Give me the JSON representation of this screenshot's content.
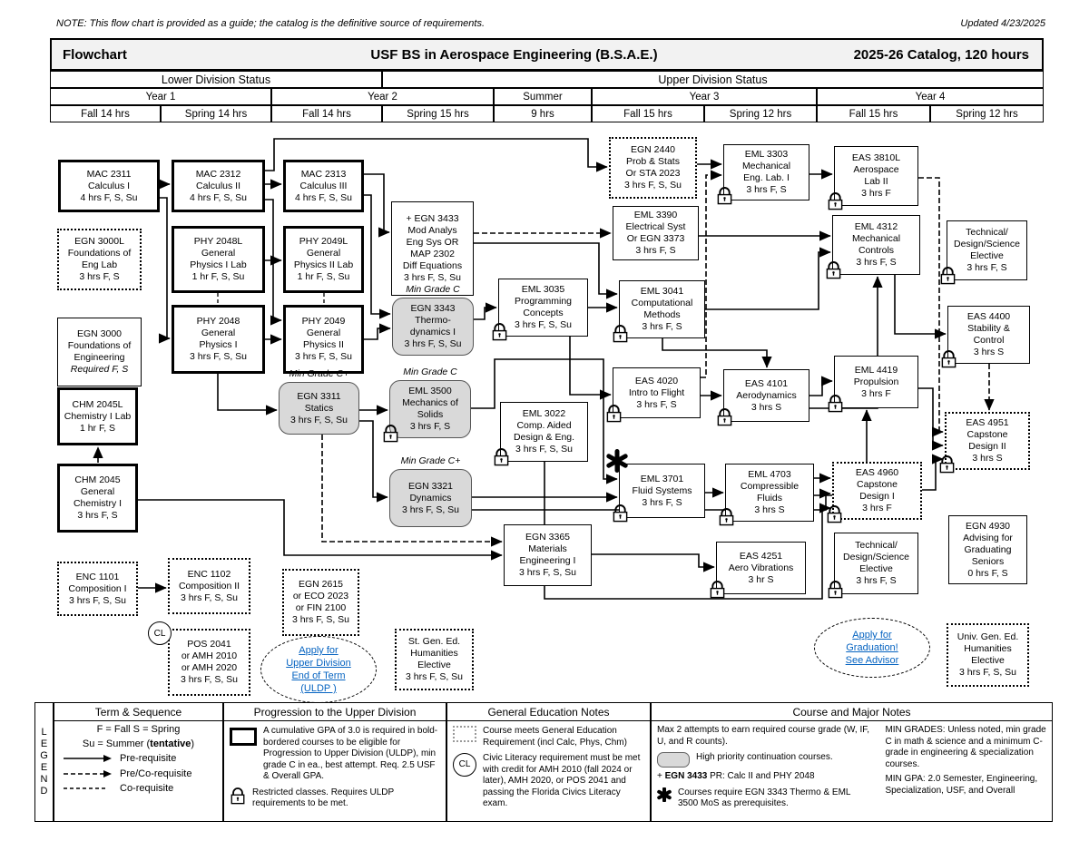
{
  "note": "NOTE: This flow chart is provided as a guide; the catalog is the definitive source of requirements.",
  "updated": "Updated 4/23/2025",
  "title": {
    "left": "Flowchart",
    "center": "USF BS in Aerospace Engineering (B.S.A.E.)",
    "right": "2025-26 Catalog, 120 hours"
  },
  "divisions": [
    "Lower Division Status",
    "Upper Division Status"
  ],
  "years": [
    "Year 1",
    "Year 2",
    "Summer",
    "Year 3",
    "Year 4"
  ],
  "terms": [
    "Fall 14 hrs",
    "Spring 14 hrs",
    "Fall 14 hrs",
    "Spring 15 hrs",
    "9 hrs",
    "Fall 15 hrs",
    "Spring 12 hrs",
    "Fall 15 hrs",
    "Spring 12 hrs"
  ],
  "colors": {
    "link": "#0563C1",
    "gray_fill": "#d9d9d9"
  },
  "courses": [
    {
      "id": "mac2311",
      "style": "bold",
      "lines": [
        "MAC 2311",
        "Calculus I",
        "4 hrs  F, S, Su"
      ]
    },
    {
      "id": "mac2312",
      "style": "bold",
      "lines": [
        "MAC 2312",
        "Calculus II",
        "4 hrs  F, S, Su"
      ]
    },
    {
      "id": "mac2313",
      "style": "bold",
      "lines": [
        "MAC 2313",
        "Calculus III",
        "4 hrs  F, S, Su"
      ]
    },
    {
      "id": "egn3000l",
      "style": "dotted",
      "lines": [
        "EGN 3000L",
        "Foundations of",
        "Eng Lab",
        "3 hrs  F, S"
      ]
    },
    {
      "id": "phy2048l",
      "style": "bold",
      "lines": [
        "PHY 2048L",
        "General",
        "Physics I Lab",
        "1 hr  F, S, Su"
      ]
    },
    {
      "id": "phy2049l",
      "style": "bold",
      "lines": [
        "PHY 2049L",
        "General",
        "Physics II Lab",
        "1 hr  F, S, Su"
      ]
    },
    {
      "id": "egn3000",
      "style": "thin",
      "italic_last": true,
      "lines": [
        "EGN 3000",
        "Foundations of",
        "Engineering",
        "Required  F, S"
      ]
    },
    {
      "id": "phy2048",
      "style": "bold",
      "lines": [
        "PHY 2048",
        "General",
        "Physics I",
        "3 hrs  F, S, Su"
      ]
    },
    {
      "id": "phy2049",
      "style": "bold",
      "lines": [
        "PHY 2049",
        "General",
        "Physics II",
        "3 hrs  F, S, Su"
      ]
    },
    {
      "id": "chm2045l",
      "style": "bold",
      "lines": [
        "CHM 2045L",
        "Chemistry I Lab",
        "1 hr  F, S"
      ]
    },
    {
      "id": "chm2045",
      "style": "bold",
      "lines": [
        "CHM 2045",
        "General",
        "Chemistry I",
        "3 hrs  F, S"
      ]
    },
    {
      "id": "egn3433",
      "style": "thin",
      "lines": [
        "+ EGN 3433",
        "Mod Analys",
        "Eng Sys OR",
        "MAP 2302",
        "Diff Equations",
        "3 hrs  F, S, Su"
      ]
    },
    {
      "id": "egn3343",
      "style": "gray",
      "min_grade": "Min Grade C",
      "lines": [
        "EGN 3343",
        "Thermo-",
        "dynamics I",
        "3 hrs  F, S, Su"
      ]
    },
    {
      "id": "egn3311",
      "style": "gray",
      "min_grade": "Min Grade C+",
      "lines": [
        "EGN 3311",
        "Statics",
        "3 hrs  F, S, Su"
      ]
    },
    {
      "id": "eml3500",
      "style": "gray",
      "min_grade": "Min Grade C",
      "lock": true,
      "lines": [
        "EML 3500",
        "Mechanics of",
        "Solids",
        "3 hrs F, S"
      ]
    },
    {
      "id": "egn3321",
      "style": "gray",
      "min_grade": "Min Grade C+",
      "lines": [
        "EGN 3321",
        "Dynamics",
        "3 hrs  F, S, Su"
      ]
    },
    {
      "id": "eml3035",
      "style": "thin",
      "lock": true,
      "lines": [
        "EML 3035",
        "Programming",
        "Concepts",
        "3 hrs  F, S, Su"
      ]
    },
    {
      "id": "eml3022",
      "style": "thin",
      "lock": true,
      "lines": [
        "EML 3022",
        "Comp. Aided",
        "Design & Eng.",
        "3 hrs F, S, Su"
      ]
    },
    {
      "id": "egn3365",
      "style": "thin",
      "lines": [
        "EGN 3365",
        "Materials",
        "Engineering I",
        "3 hrs  F, S, Su"
      ]
    },
    {
      "id": "enc1101",
      "style": "dotted",
      "lines": [
        "ENC 1101",
        "Composition I",
        "3 hrs  F, S, Su"
      ]
    },
    {
      "id": "enc1102",
      "style": "dotted",
      "lines": [
        "ENC 1102",
        "Composition II",
        "3 hrs  F, S, Su"
      ]
    },
    {
      "id": "pos2041",
      "style": "dotted",
      "cl": "CL",
      "lines": [
        "POS 2041",
        "or AMH 2010",
        "or AMH 2020",
        "3 hrs  F, S, Su"
      ]
    },
    {
      "id": "egn2615",
      "style": "dotted",
      "lines": [
        "EGN 2615",
        "or ECO 2023",
        "or FIN 2100",
        "3 hrs  F, S, Su"
      ]
    },
    {
      "id": "stgened",
      "style": "dotted",
      "lines": [
        "St. Gen. Ed.",
        "Humanities",
        "Elective",
        "3 hrs  F, S, Su"
      ]
    },
    {
      "id": "egn2440",
      "style": "dotted",
      "lines": [
        "EGN 2440",
        "Prob & Stats",
        "Or STA 2023",
        "3 hrs  F, S, Su"
      ]
    },
    {
      "id": "eml3390",
      "style": "thin",
      "lines": [
        "EML 3390",
        "Electrical Syst",
        "Or EGN 3373",
        "3 hrs  F, S"
      ]
    },
    {
      "id": "eml3041",
      "style": "thin",
      "lock": true,
      "lines": [
        "EML 3041",
        "Computational",
        "Methods",
        "3 hrs  F, S"
      ]
    },
    {
      "id": "eas4020",
      "style": "thin",
      "lock": true,
      "lines": [
        "EAS 4020",
        "Intro to Flight",
        "3 hrs F, S"
      ]
    },
    {
      "id": "eml3701",
      "style": "thin",
      "lock": true,
      "star": true,
      "lines": [
        "EML 3701",
        "Fluid Systems",
        "3 hrs F, S"
      ]
    },
    {
      "id": "eml3303",
      "style": "thin",
      "lock": true,
      "lines": [
        "EML 3303",
        "Mechanical",
        "Eng. Lab. I",
        "3 hrs F, S"
      ]
    },
    {
      "id": "eas4101",
      "style": "thin",
      "lock": true,
      "lines": [
        "EAS 4101",
        "Aerodynamics",
        "3 hrs  S"
      ]
    },
    {
      "id": "eml4703",
      "style": "thin",
      "lock": true,
      "lines": [
        "EML 4703",
        "Compressible",
        "Fluids",
        "3 hrs  S"
      ]
    },
    {
      "id": "eas4251",
      "style": "thin",
      "lock": true,
      "lines": [
        "EAS 4251",
        "Aero Vibrations",
        "3 hr  S"
      ]
    },
    {
      "id": "tde2",
      "style": "thin",
      "lock": true,
      "lines": [
        "Technical/",
        "Design/Science",
        "Elective",
        "3 hrs F, S"
      ]
    },
    {
      "id": "eas3810l",
      "style": "thin",
      "lock": true,
      "lines": [
        "EAS 3810L",
        "Aerospace",
        "Lab II",
        "3 hrs  F"
      ]
    },
    {
      "id": "eml4312",
      "style": "thin",
      "lock": true,
      "lines": [
        "EML 4312",
        "Mechanical",
        "Controls",
        "3 hrs  F, S"
      ]
    },
    {
      "id": "eml4419",
      "style": "thin",
      "lock": true,
      "lines": [
        "EML 4419",
        "Propulsion",
        "3 hrs  F"
      ]
    },
    {
      "id": "eas4960",
      "style": "dotted",
      "lock": true,
      "lines": [
        "EAS 4960",
        "Capstone",
        "Design I",
        "3 hrs  F"
      ]
    },
    {
      "id": "tde1",
      "style": "thin",
      "lock": true,
      "lines": [
        "Technical/",
        "Design/Science",
        "Elective",
        "3 hrs F, S"
      ]
    },
    {
      "id": "eas4400",
      "style": "thin",
      "lock": true,
      "lines": [
        "EAS 4400",
        "Stability &",
        "Control",
        "3 hrs  S"
      ]
    },
    {
      "id": "eas4951",
      "style": "dotted",
      "lock": true,
      "lines": [
        "EAS 4951",
        "Capstone",
        "Design II",
        "3 hrs  S"
      ]
    },
    {
      "id": "egn4930",
      "style": "thin",
      "lines": [
        "EGN 4930",
        "Advising for",
        "Graduating",
        "Seniors",
        "0 hrs F, S"
      ]
    },
    {
      "id": "univgened",
      "style": "dotted",
      "lines": [
        "Univ. Gen. Ed.",
        "Humanities",
        "Elective",
        "3 hrs  F, S, Su"
      ]
    }
  ],
  "ovals": [
    {
      "id": "uldp",
      "lines": [
        "Apply for",
        "Upper Division",
        "End of Term",
        "(ULDP )"
      ]
    },
    {
      "id": "graduation",
      "lines": [
        "Apply for",
        "Graduation!",
        "See Advisor"
      ]
    }
  ],
  "legend": {
    "label": "LEGEND",
    "term_sequence": {
      "header": "Term & Sequence",
      "line1": "F = Fall   S = Spring",
      "line2_prefix": "Su = Summer (",
      "line2_bold": "tentative",
      "line2_suffix": ")",
      "items": [
        {
          "style": "solid",
          "label": "Pre-requisite"
        },
        {
          "style": "dashed-arrow",
          "label": "Pre/Co-requisite"
        },
        {
          "style": "dashed",
          "label": "Co-requisite"
        }
      ]
    },
    "progression": {
      "header": "Progression to the Upper Division",
      "bold_box_text": "A cumulative GPA of 3.0 is required in bold-bordered courses to be eligible for Progression to Upper Division (ULDP), min grade C in ea., best attempt. Req. 2.5 USF & Overall GPA.",
      "lock_text": "Restricted classes.  Requires ULDP requirements to be met."
    },
    "gen_ed": {
      "header": "General Education Notes",
      "dotted_text": "Course meets General Education Requirement (incl Calc, Phys, Chm)",
      "cl_label": "CL",
      "cl_text": "Civic Literacy requirement must be met with credit for AMH 2010 (fall 2024 or later), AMH 2020, or POS 2041 and passing the Florida Civics Literacy exam."
    },
    "course_notes": {
      "header": "Course and Major Notes",
      "max_attempts_pre": "Max 2 attempts to earn ",
      "max_attempts_italic": "required",
      "max_attempts_post": " course grade (W, IF, U, and R counts).",
      "gray_text": "High priority continuation courses.",
      "egn_plus": "+  ",
      "egn_bold": "EGN 3433",
      "egn_rest": " PR: Calc II and PHY 2048",
      "star_text": "Courses require EGN 3343 Thermo & EML 3500 MoS as prerequisites.",
      "min_grades": "MIN GRADES: Unless noted, min grade C in math & science and a minimum C- grade in engineering & specialization courses.",
      "min_gpa": "MIN GPA: 2.0 Semester, Engineering, Specialization, USF, and Overall"
    }
  }
}
